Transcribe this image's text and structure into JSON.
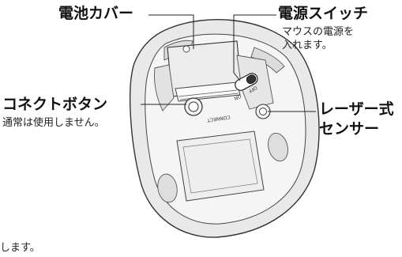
{
  "labels": {
    "battery_cover": "電池カバー",
    "power_switch": "電源スイッチ",
    "power_switch_note_1": "マウスの電源を",
    "power_switch_note_2": "入れます。",
    "connect_button": "コネクトボタン",
    "connect_button_note": "通常は使用しません。",
    "laser_sensor_1": "レーザー式",
    "laser_sensor_2": "センサー",
    "switch_on": "ON",
    "switch_off": "OFF",
    "connect_engraving": "CONNECT",
    "footer_fragment": "します。"
  }
}
